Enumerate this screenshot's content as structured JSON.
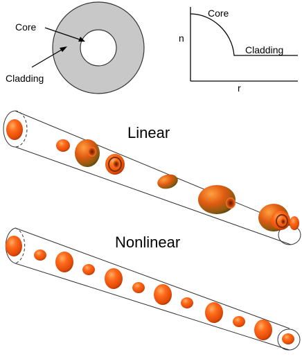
{
  "cross_section": {
    "core_label": "Core",
    "cladding_label": "Cladding"
  },
  "index_profile": {
    "y_axis_label": "n",
    "x_axis_label": "r",
    "core_label": "Core",
    "cladding_label": "Cladding"
  },
  "fibers": [
    {
      "label": "Linear"
    },
    {
      "label": "Nonlinear"
    }
  ],
  "colors": {
    "cladding_fill": "#c8c8c8",
    "pulse_bright": "#ff6a1a",
    "pulse_mid": "#e04a08",
    "pulse_dark": "#7a2e00",
    "pulse_olive": "#8a6a10"
  }
}
